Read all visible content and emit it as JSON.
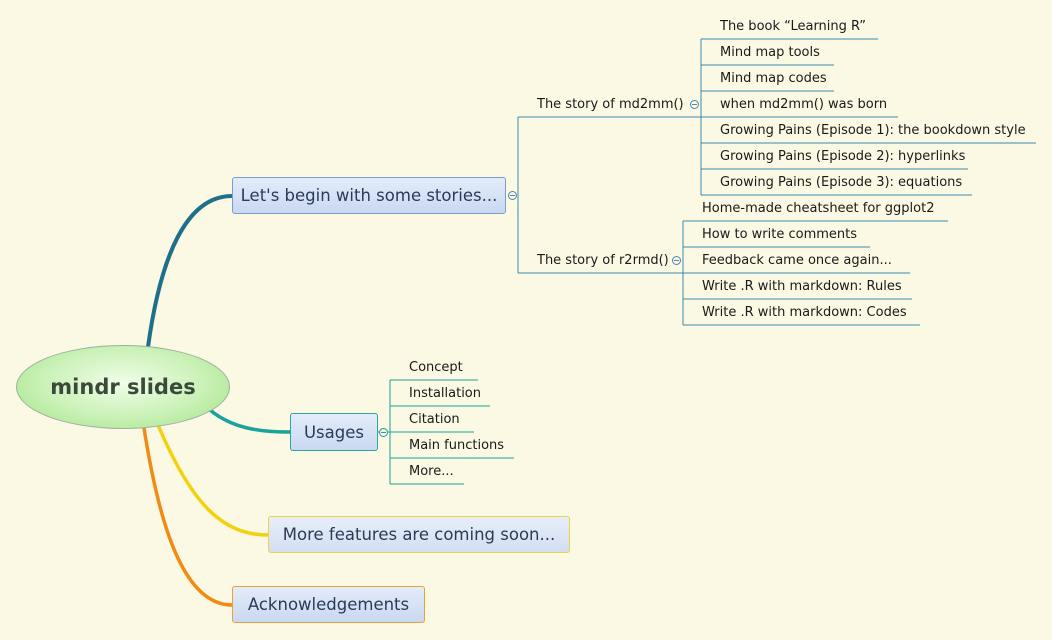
{
  "root": {
    "label": "mindr slides"
  },
  "branches": {
    "stories": {
      "label": "Let's begin with some stories...",
      "md2mm": {
        "label": "The story of md2mm()",
        "items": [
          "The book “Learning R”",
          "Mind map tools",
          "Mind map codes",
          "when md2mm() was born",
          "Growing Pains (Episode 1): the bookdown style",
          "Growing Pains (Episode 2): hyperlinks",
          "Growing Pains (Episode 3): equations"
        ]
      },
      "r2rmd": {
        "label": "The story of r2rmd()",
        "items": [
          "Home-made cheatsheet for ggplot2",
          "How to write comments",
          "Feedback came once again...",
          "Write .R with markdown: Rules",
          "Write .R with markdown: Codes"
        ]
      }
    },
    "usages": {
      "label": "Usages",
      "items": [
        "Concept",
        "Installation",
        "Citation",
        "Main functions",
        "More..."
      ]
    },
    "more_features": {
      "label": "More features are coming soon..."
    },
    "acknowledgements": {
      "label": "Acknowledgements"
    }
  },
  "colors": {
    "background": "#fbf8e4",
    "connector_stories": "#1f6f8b",
    "connector_usages": "#1aa39b",
    "connector_more": "#f2d20c",
    "connector_ack": "#f08c14",
    "line": "#3a8bb0"
  }
}
